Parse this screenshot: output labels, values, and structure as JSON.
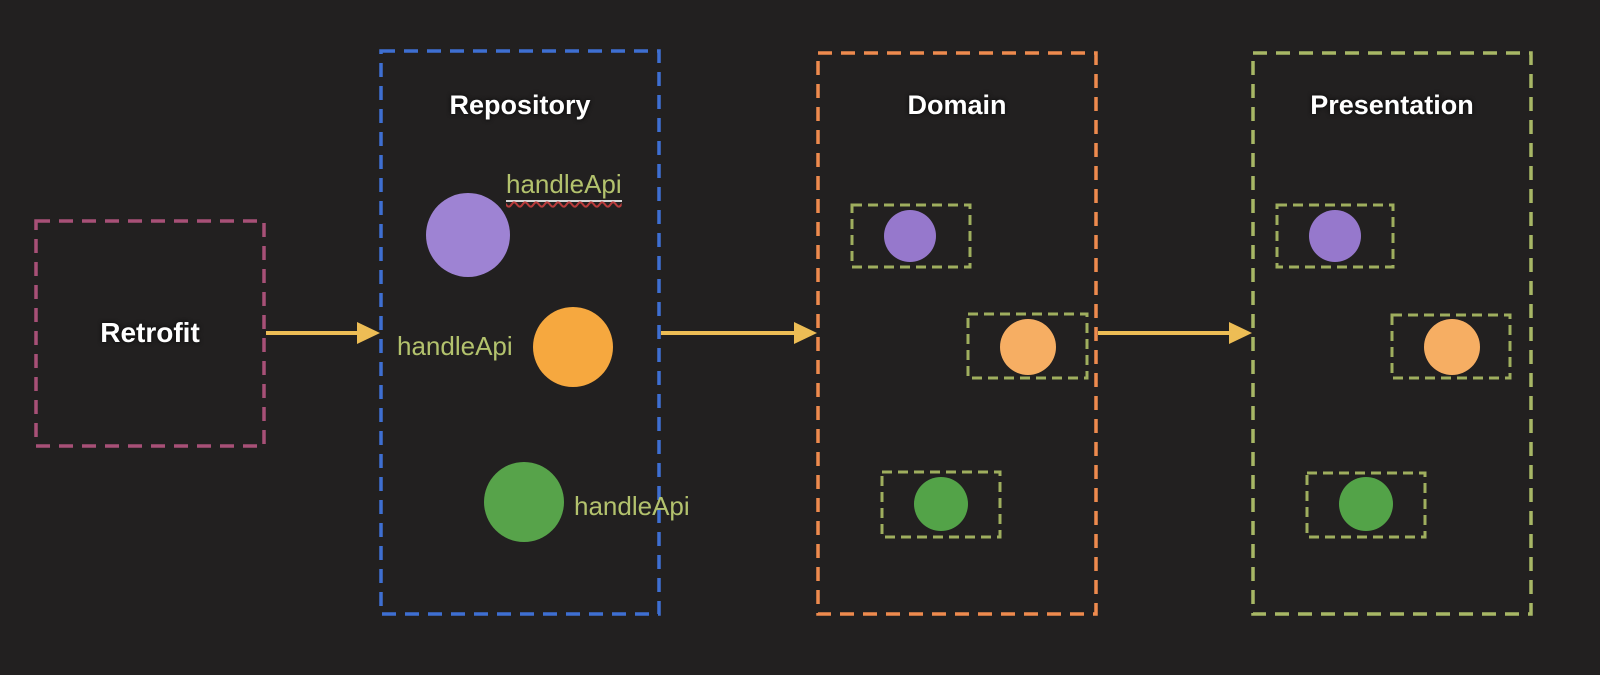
{
  "retrofit": {
    "label": "Retrofit"
  },
  "layers": {
    "repository": {
      "title": "Repository"
    },
    "domain": {
      "title": "Domain"
    },
    "presentation": {
      "title": "Presentation"
    }
  },
  "annotations": {
    "handle_api_top": "handleApi",
    "handle_api_middle": "handleApi",
    "handle_api_bottom": "handleApi"
  },
  "arrows": [
    {
      "from": "Retrofit",
      "to": "Repository"
    },
    {
      "from": "Repository",
      "to": "Domain"
    },
    {
      "from": "Domain",
      "to": "Presentation"
    }
  ],
  "colors": {
    "background": "#222020",
    "retrofit_border": "#a85077",
    "repository_border": "#3e6fd2",
    "domain_border": "#ee8a4e",
    "presentation_border": "#a8b765",
    "item_box_border": "#9fae5e",
    "arrow": "#edbd55",
    "circle_purple": "#9e83d3",
    "circle_purple_small": "#9678cc",
    "circle_orange": "#f6a83f",
    "circle_orange_small": "#f6ae63",
    "circle_green": "#57a34a",
    "circle_green_small": "#53a348",
    "handle_api_text": "#b3c26d",
    "title_text": "#ffffff",
    "spellcheck_underline": "#b83b3b",
    "plain_underline": "#d7d7d7"
  }
}
